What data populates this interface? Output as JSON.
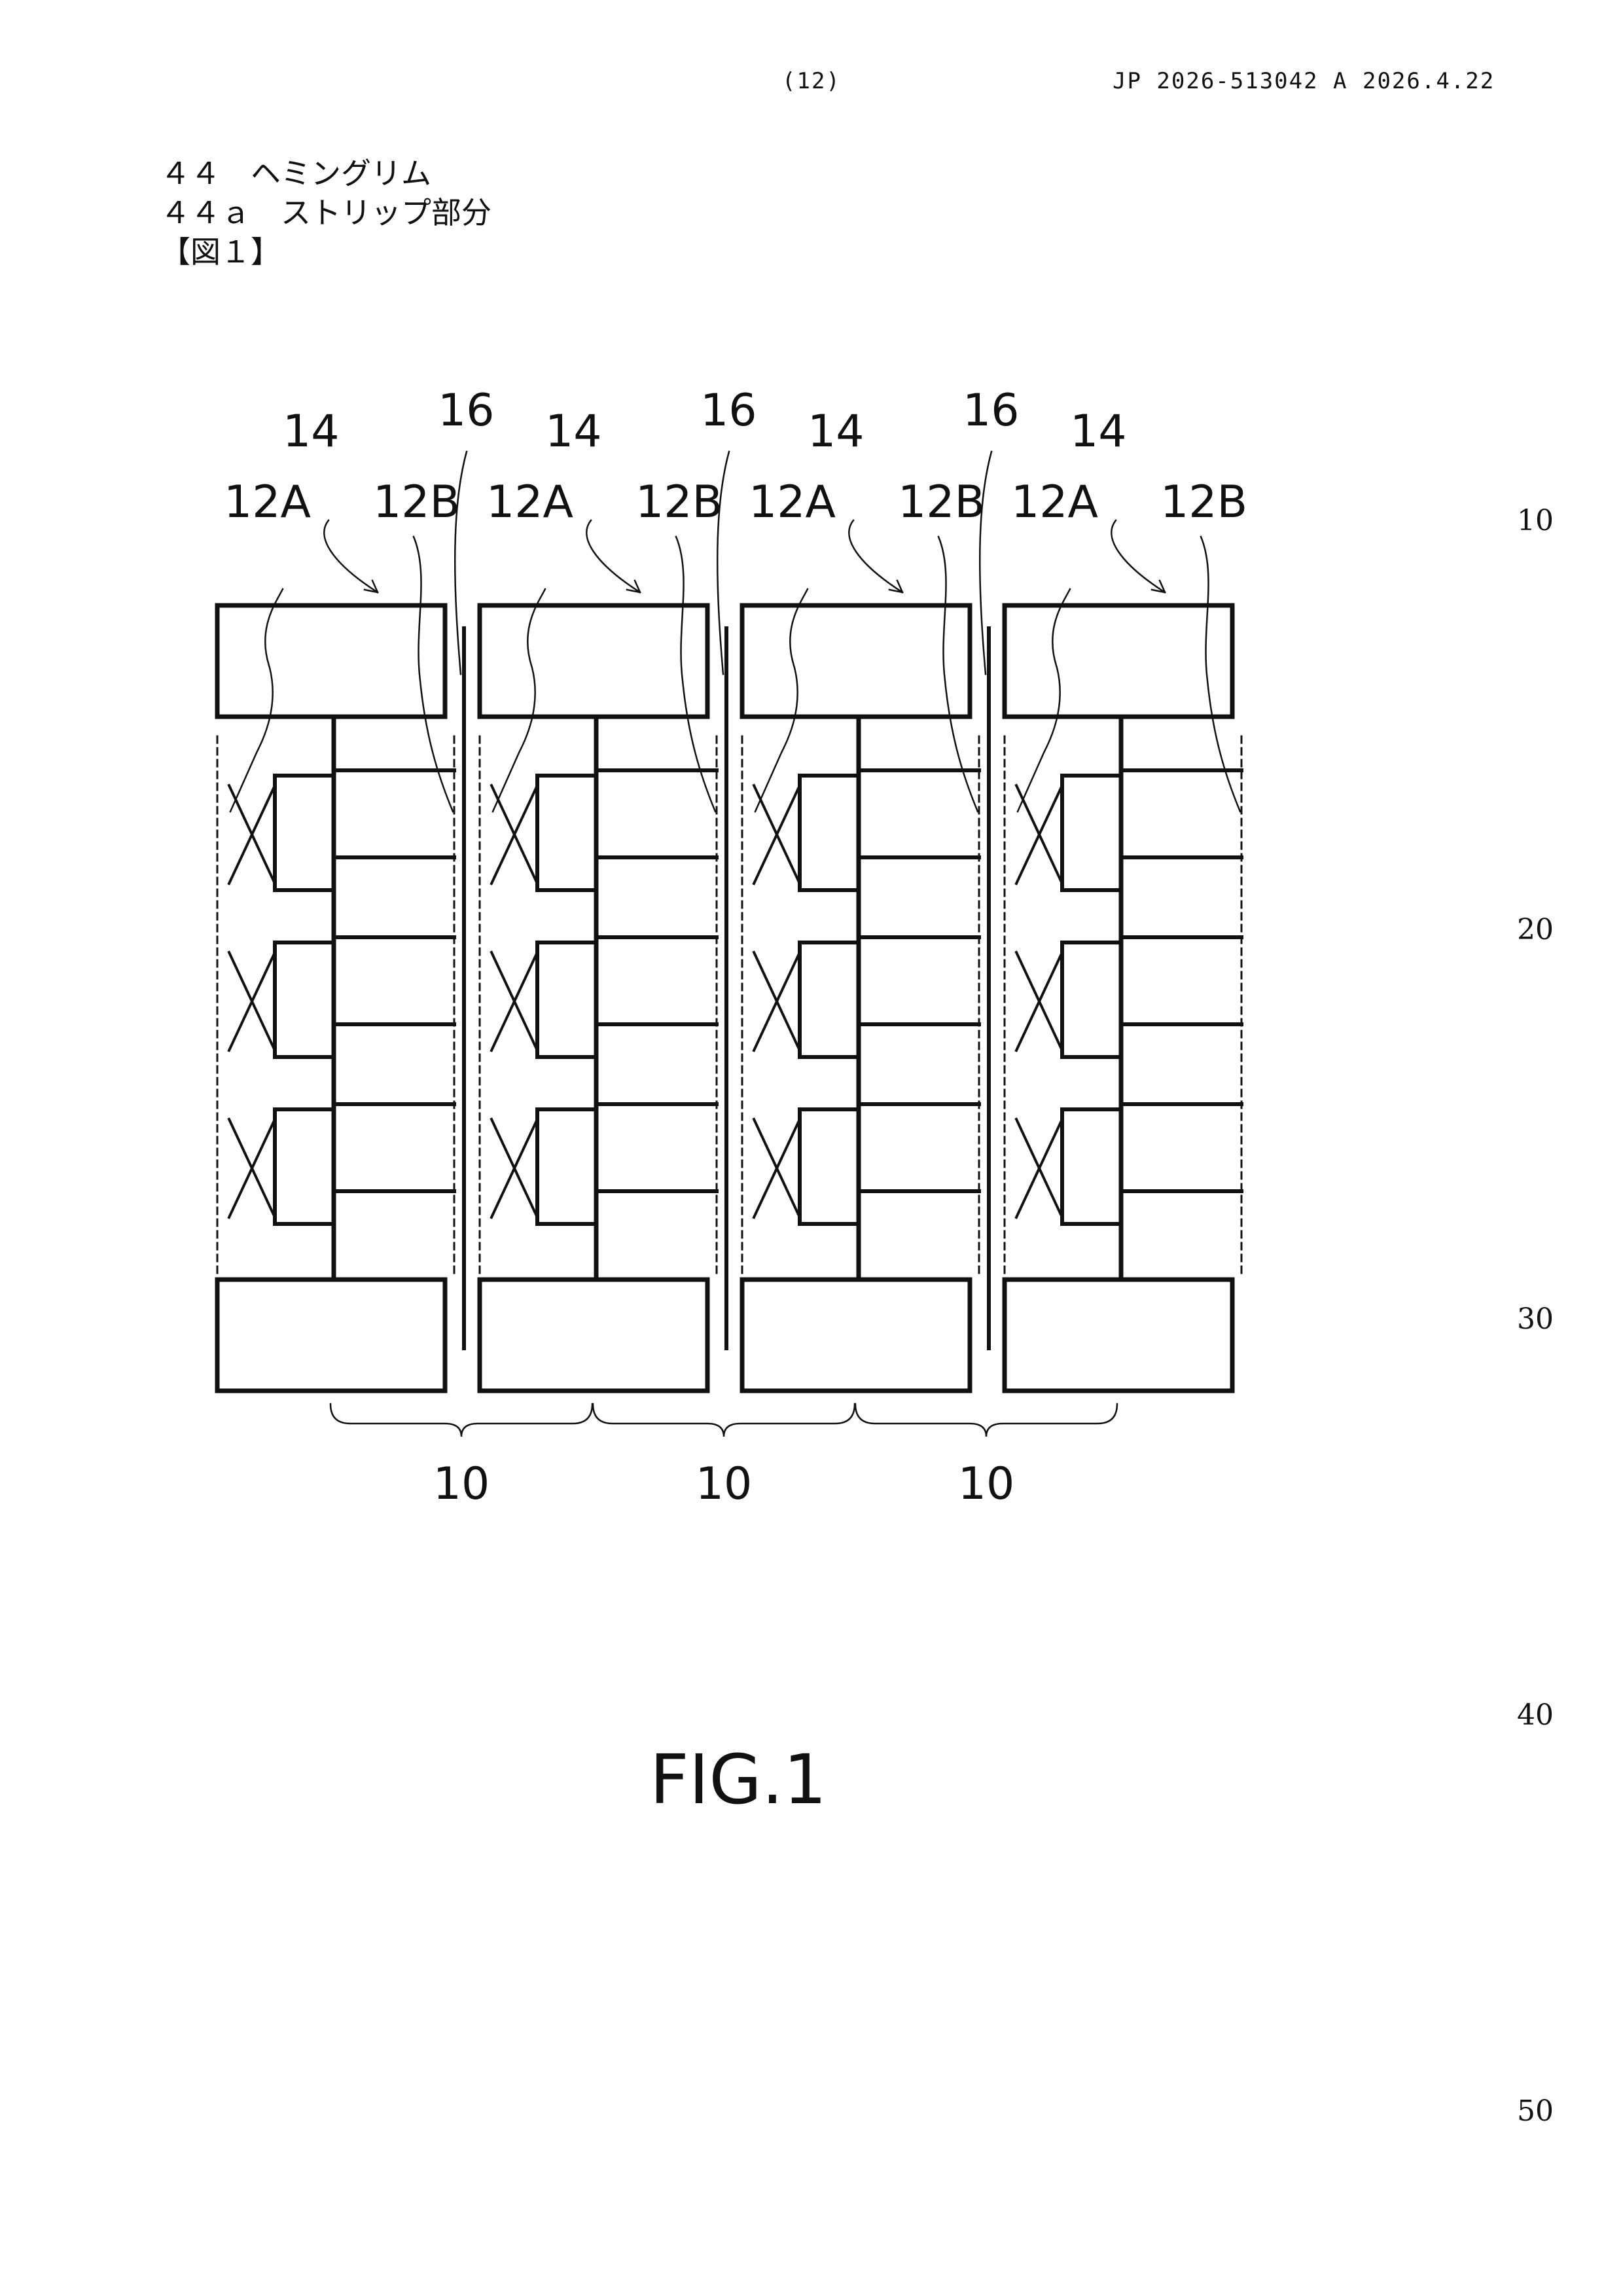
{
  "header": {
    "page_number": "(12)",
    "publication": "JP  2026-513042  A  2026.4.22"
  },
  "legend": [
    {
      "num": "４４",
      "text": "ヘミングリム"
    },
    {
      "num": "４４ａ",
      "text": "ストリップ部分"
    }
  ],
  "figure_heading": "【図１】",
  "figure": {
    "units": [
      {
        "label_14": "14",
        "label_12a": "12A",
        "label_12b": "12B",
        "label_16": "16"
      },
      {
        "label_14": "14",
        "label_12a": "12A",
        "label_12b": "12B",
        "label_16": "16"
      },
      {
        "label_14": "14",
        "label_12a": "12A",
        "label_12b": "12B",
        "label_16": "16"
      },
      {
        "label_14": "14",
        "label_12a": "12A",
        "label_12b": "12B"
      }
    ],
    "brace_labels": [
      "10",
      "10",
      "10"
    ],
    "caption": "FIG.1"
  },
  "line_numbers": [
    "10",
    "20",
    "30",
    "40",
    "50"
  ]
}
